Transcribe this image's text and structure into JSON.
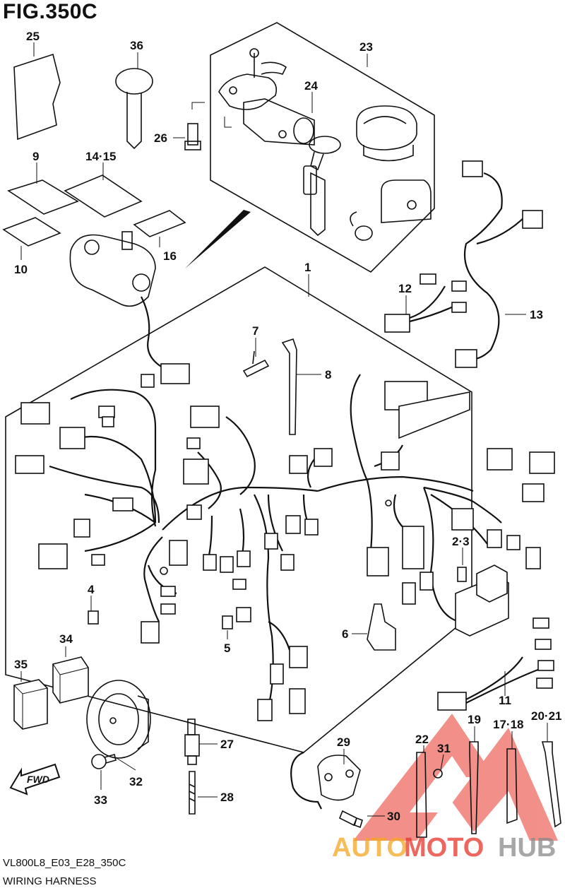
{
  "figure_title": "FIG.350C",
  "footer": {
    "code": "VL800L8_E03_E28_350C",
    "name": "WIRING HARNESS"
  },
  "fwd_label": "FWD",
  "watermark": {
    "part1": "AUTO",
    "part2": "MOTO",
    "part3": "HUB",
    "color_red": "#e8352a",
    "color_orange": "#f5a623",
    "color_gray": "#8a8a8a"
  },
  "labels": {
    "l1": "1",
    "l2_3": "2·3",
    "l4": "4",
    "l5": "5",
    "l6": "6",
    "l7": "7",
    "l8": "8",
    "l9": "9",
    "l10": "10",
    "l11": "11",
    "l12": "12",
    "l13": "13",
    "l14_15": "14·15",
    "l16": "16",
    "l17_18": "17·18",
    "l19": "19",
    "l20_21": "20·21",
    "l22": "22",
    "l23": "23",
    "l24": "24",
    "l25": "25",
    "l26": "26",
    "l27": "27",
    "l28": "28",
    "l29": "29",
    "l30": "30",
    "l31": "31",
    "l32": "32",
    "l33": "33",
    "l34": "34",
    "l35": "35",
    "l36": "36"
  }
}
